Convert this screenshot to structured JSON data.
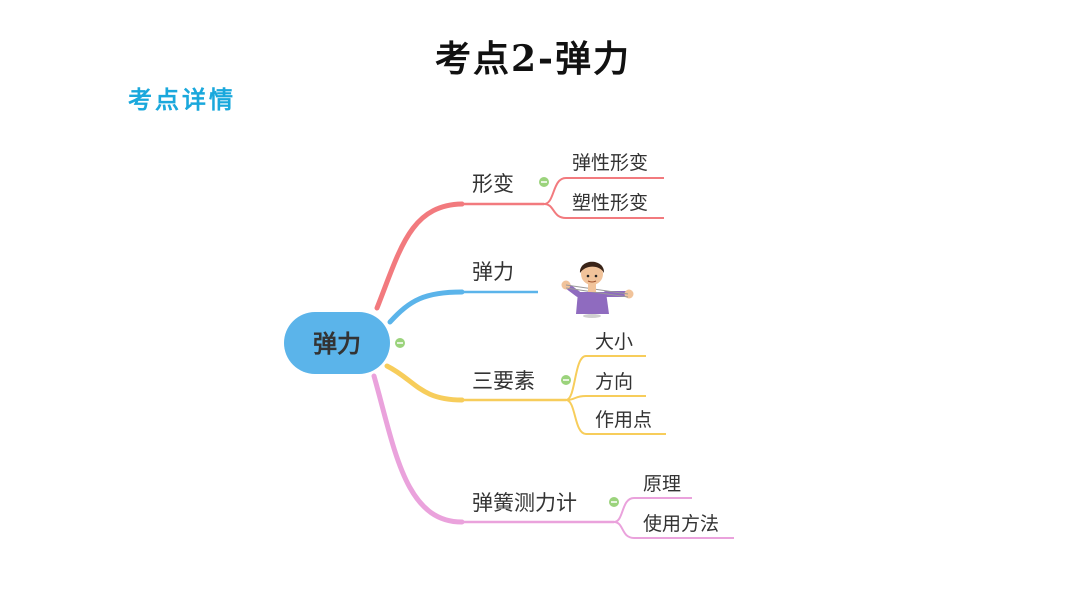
{
  "slide": {
    "title": "考点2-弹力",
    "section_label": "考点详情"
  },
  "mindmap": {
    "root": "弹力",
    "root_color": "#5bb4ea",
    "branches": [
      {
        "label": "形变",
        "color": "#f27a7e",
        "children": [
          "弹性形变",
          "塑性形变"
        ]
      },
      {
        "label": "弹力",
        "color": "#5bb4ea",
        "children": [],
        "illustration": "boy-stretching-rubber-band"
      },
      {
        "label": "三要素",
        "color": "#f7cd5b",
        "children": [
          "大小",
          "方向",
          "作用点"
        ]
      },
      {
        "label": "弹簧测力计",
        "color": "#eaa2dc",
        "children": [
          "原理",
          "使用方法"
        ]
      }
    ],
    "collapse_marker_color": "#9bd37c"
  }
}
